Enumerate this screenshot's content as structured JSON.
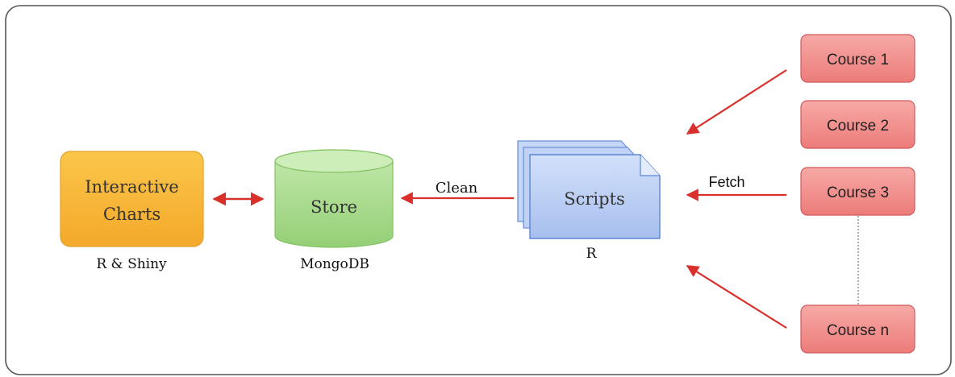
{
  "nodes": {
    "charts": {
      "label_line1": "Interactive",
      "label_line2": "Charts",
      "caption": "R & Shiny"
    },
    "store": {
      "label": "Store",
      "caption": "MongoDB"
    },
    "scripts": {
      "label": "Scripts",
      "caption": "R"
    },
    "courses": [
      {
        "label": "Course 1"
      },
      {
        "label": "Course 2"
      },
      {
        "label": "Course 3"
      },
      {
        "label": "Course n"
      }
    ]
  },
  "edges": {
    "clean_label": "Clean",
    "fetch_label": "Fetch"
  },
  "colors": {
    "arrow": "#d9302b",
    "charts_fill": "#f7b733",
    "charts_stroke": "#e0a020",
    "store_fill": "#a5d98a",
    "store_stroke": "#7fbf63",
    "scripts_fill": "#b9cdf3",
    "scripts_stroke": "#5d86d6",
    "course_fill": "#f08a8a",
    "course_stroke": "#d2595a",
    "frame_stroke": "#555555"
  }
}
